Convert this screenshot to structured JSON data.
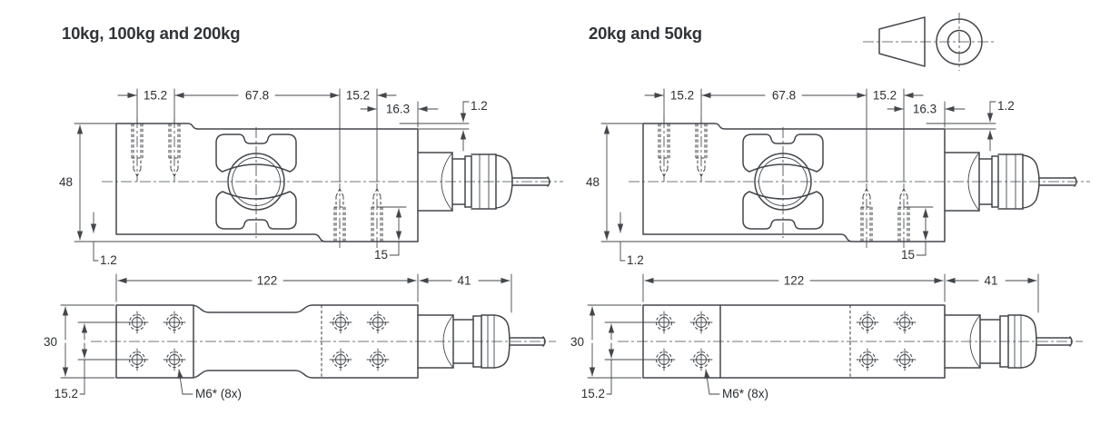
{
  "page": {
    "background": "#ffffff",
    "line_color": "#43474b",
    "text_color": "#2b2f33"
  },
  "icons": {
    "projection": "first-angle-projection-symbol"
  },
  "drawings": {
    "left": {
      "title": "10kg, 100kg and 200kg",
      "side_view": {
        "pitch_left": "15.2",
        "center_span": "67.8",
        "pitch_right": "15.2",
        "edge_distance": "16.3",
        "top_step": "1.2",
        "height": "48",
        "bottom_step": "1.2",
        "thread_depth": "15"
      },
      "plan_view": {
        "body_length": "122",
        "gland_length": "41",
        "width": "30",
        "hole_spacing": "15.2",
        "thread_callout": "M6* (8x)"
      }
    },
    "right": {
      "title": "20kg and 50kg",
      "side_view": {
        "pitch_left": "15.2",
        "center_span": "67.8",
        "pitch_right": "15.2",
        "edge_distance": "16.3",
        "top_step": "1.2",
        "height": "48",
        "bottom_step": "1.2",
        "thread_depth": "15"
      },
      "plan_view": {
        "body_length": "122",
        "gland_length": "41",
        "width": "30",
        "hole_spacing": "15.2",
        "thread_callout": "M6* (8x)"
      }
    }
  }
}
